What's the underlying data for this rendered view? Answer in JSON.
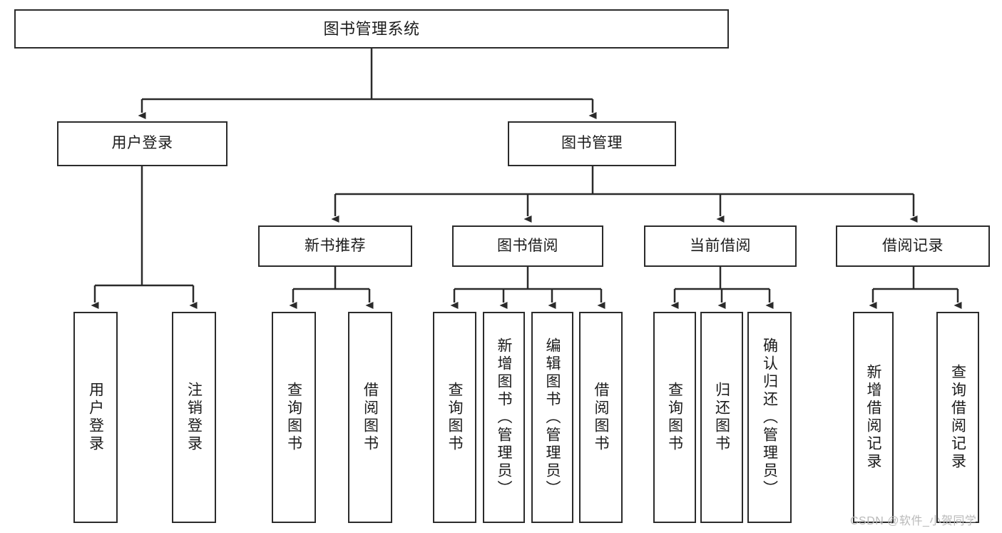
{
  "diagram": {
    "type": "hierarchy-tree",
    "title": "图书管理系统",
    "watermark": "CSDN @软件_小贺同学",
    "colors": {
      "box_border": "#2b2b2b",
      "box_fill": "#ffffff",
      "connector": "#2b2b2b",
      "text": "#1b1b1b",
      "watermark": "#b9b9b9"
    },
    "nodes": {
      "root": {
        "label": "图书管理系统"
      },
      "level2": [
        {
          "label": "用户登录"
        },
        {
          "label": "图书管理"
        }
      ],
      "level3": [
        {
          "label": "新书推荐"
        },
        {
          "label": "图书借阅"
        },
        {
          "label": "当前借阅"
        },
        {
          "label": "借阅记录"
        }
      ],
      "leaves_user_login": [
        {
          "label": "用户登录"
        },
        {
          "label": "注销登录"
        }
      ],
      "leaves_new_book": [
        {
          "label": "查询图书"
        },
        {
          "label": "借阅图书"
        }
      ],
      "leaves_borrow": [
        {
          "label": "查询图书"
        },
        {
          "label": "新增图书（管理员）"
        },
        {
          "label": "编辑图书（管理员）"
        },
        {
          "label": "借阅图书"
        }
      ],
      "leaves_current": [
        {
          "label": "查询图书"
        },
        {
          "label": "归还图书"
        },
        {
          "label": "确认归还（管理员）"
        }
      ],
      "leaves_record": [
        {
          "label": "新增借阅记录"
        },
        {
          "label": "查询借阅记录"
        }
      ]
    }
  }
}
